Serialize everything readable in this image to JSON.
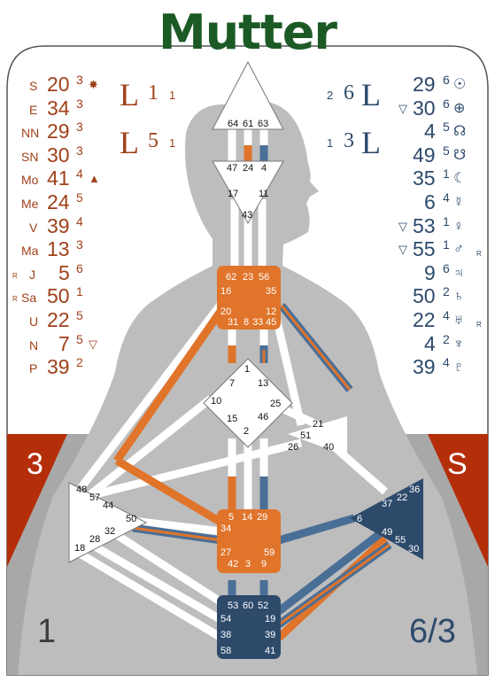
{
  "title": "Mutter",
  "colors": {
    "design": "#a0401a",
    "personality": "#2d4a6b",
    "orange": "#e0742a",
    "blue": "#4a6f96",
    "red_band": "#b52e0a",
    "title": "#1c5a25",
    "body": "#bdbdbd"
  },
  "corners": {
    "top_left": "3",
    "top_right": "S",
    "bottom_left": "1",
    "bottom_right": "6/3"
  },
  "design_variables": [
    {
      "big": "L",
      "num": "1",
      "small": "1"
    },
    {
      "big": "L",
      "num": "5",
      "small": "1"
    }
  ],
  "personality_variables": [
    {
      "small": "2",
      "num": "6",
      "big": "L"
    },
    {
      "small": "1",
      "num": "3",
      "big": "L"
    }
  ],
  "design_planets": [
    {
      "prefix": "",
      "label": "S",
      "gate": "20",
      "line": "3",
      "mark": "✸"
    },
    {
      "prefix": "",
      "label": "E",
      "gate": "34",
      "line": "3",
      "mark": ""
    },
    {
      "prefix": "",
      "label": "NN",
      "gate": "29",
      "line": "3",
      "mark": ""
    },
    {
      "prefix": "",
      "label": "SN",
      "gate": "30",
      "line": "3",
      "mark": ""
    },
    {
      "prefix": "",
      "label": "Mo",
      "gate": "41",
      "line": "4",
      "mark": "▲"
    },
    {
      "prefix": "",
      "label": "Me",
      "gate": "24",
      "line": "5",
      "mark": ""
    },
    {
      "prefix": "",
      "label": "V",
      "gate": "39",
      "line": "4",
      "mark": ""
    },
    {
      "prefix": "",
      "label": "Ma",
      "gate": "13",
      "line": "3",
      "mark": ""
    },
    {
      "prefix": "R",
      "label": "J",
      "gate": "5",
      "line": "6",
      "mark": ""
    },
    {
      "prefix": "R",
      "label": "Sa",
      "gate": "50",
      "line": "1",
      "mark": ""
    },
    {
      "prefix": "",
      "label": "U",
      "gate": "22",
      "line": "5",
      "mark": ""
    },
    {
      "prefix": "",
      "label": "N",
      "gate": "7",
      "line": "5",
      "mark": "▽"
    },
    {
      "prefix": "",
      "label": "P",
      "gate": "39",
      "line": "2",
      "mark": ""
    }
  ],
  "personality_planets": [
    {
      "mark": "",
      "gate": "29",
      "line": "6",
      "symbol": "☉",
      "suffix": ""
    },
    {
      "mark": "▽",
      "gate": "30",
      "line": "6",
      "symbol": "⊕",
      "suffix": ""
    },
    {
      "mark": "",
      "gate": "4",
      "line": "5",
      "symbol": "☊",
      "suffix": ""
    },
    {
      "mark": "",
      "gate": "49",
      "line": "5",
      "symbol": "☋",
      "suffix": ""
    },
    {
      "mark": "",
      "gate": "35",
      "line": "1",
      "symbol": "☾",
      "suffix": ""
    },
    {
      "mark": "",
      "gate": "6",
      "line": "4",
      "symbol": "☿",
      "suffix": ""
    },
    {
      "mark": "▽",
      "gate": "53",
      "line": "1",
      "symbol": "♀",
      "suffix": ""
    },
    {
      "mark": "▽",
      "gate": "55",
      "line": "1",
      "symbol": "♂",
      "suffix": "R"
    },
    {
      "mark": "",
      "gate": "9",
      "line": "6",
      "symbol": "♃",
      "suffix": ""
    },
    {
      "mark": "",
      "gate": "50",
      "line": "2",
      "symbol": "♄",
      "suffix": ""
    },
    {
      "mark": "",
      "gate": "22",
      "line": "4",
      "symbol": "♅",
      "suffix": "R"
    },
    {
      "mark": "",
      "gate": "4",
      "line": "2",
      "symbol": "♆",
      "suffix": ""
    },
    {
      "mark": "",
      "gate": "39",
      "line": "4",
      "symbol": "♇",
      "suffix": ""
    }
  ],
  "gates": {
    "head": [
      "64",
      "61",
      "63"
    ],
    "ajna": [
      "47",
      "24",
      "4",
      "17",
      "11",
      "43"
    ],
    "throat": [
      "62",
      "23",
      "56",
      "16",
      "35",
      "20",
      "12",
      "31",
      "8",
      "33",
      "45"
    ],
    "g": [
      "1",
      "7",
      "13",
      "10",
      "25",
      "15",
      "46",
      "2"
    ],
    "ego": [
      "21",
      "51",
      "26",
      "40"
    ],
    "spleen": [
      "48",
      "57",
      "44",
      "50",
      "32",
      "28",
      "18"
    ],
    "sacral": [
      "5",
      "14",
      "29",
      "34",
      "27",
      "59",
      "42",
      "3",
      "9"
    ],
    "solar": [
      "36",
      "37",
      "22",
      "6",
      "49",
      "55",
      "30"
    ],
    "root": [
      "53",
      "60",
      "52",
      "54",
      "19",
      "38",
      "39",
      "58",
      "41"
    ]
  }
}
